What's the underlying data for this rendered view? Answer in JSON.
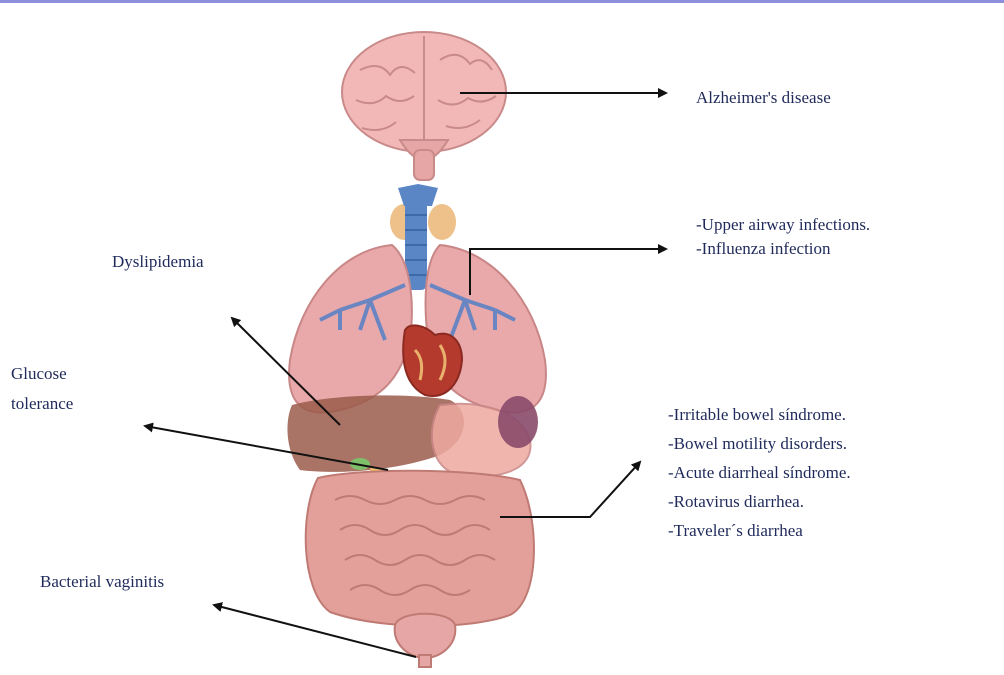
{
  "labels": {
    "alzheimers": "Alzheimer's disease",
    "airway": [
      "-Upper airway infections.",
      "-Influenza infection"
    ],
    "dyslipidemia": "Dyslipidemia",
    "glucose": [
      "Glucose",
      "tolerance"
    ],
    "bowel": [
      "-Irritable bowel síndrome.",
      "-Bowel motility disorders.",
      "-Acute diarrheal síndrome.",
      "-Rotavirus diarrhea.",
      "-Traveler´s diarrhea"
    ],
    "vaginitis": "Bacterial vaginitis"
  },
  "colors": {
    "text": "#1f2a5a",
    "top_bar": "#8c8fdc",
    "arrow": "#111111",
    "brain": "#f2b8b8",
    "lung": "#e9a9aa",
    "bronchi": "#6a86c2",
    "trachea": "#5b86c6",
    "liver": "#9a5a4a",
    "intestine": "#e3a09a",
    "heart": "#b53a2e"
  }
}
